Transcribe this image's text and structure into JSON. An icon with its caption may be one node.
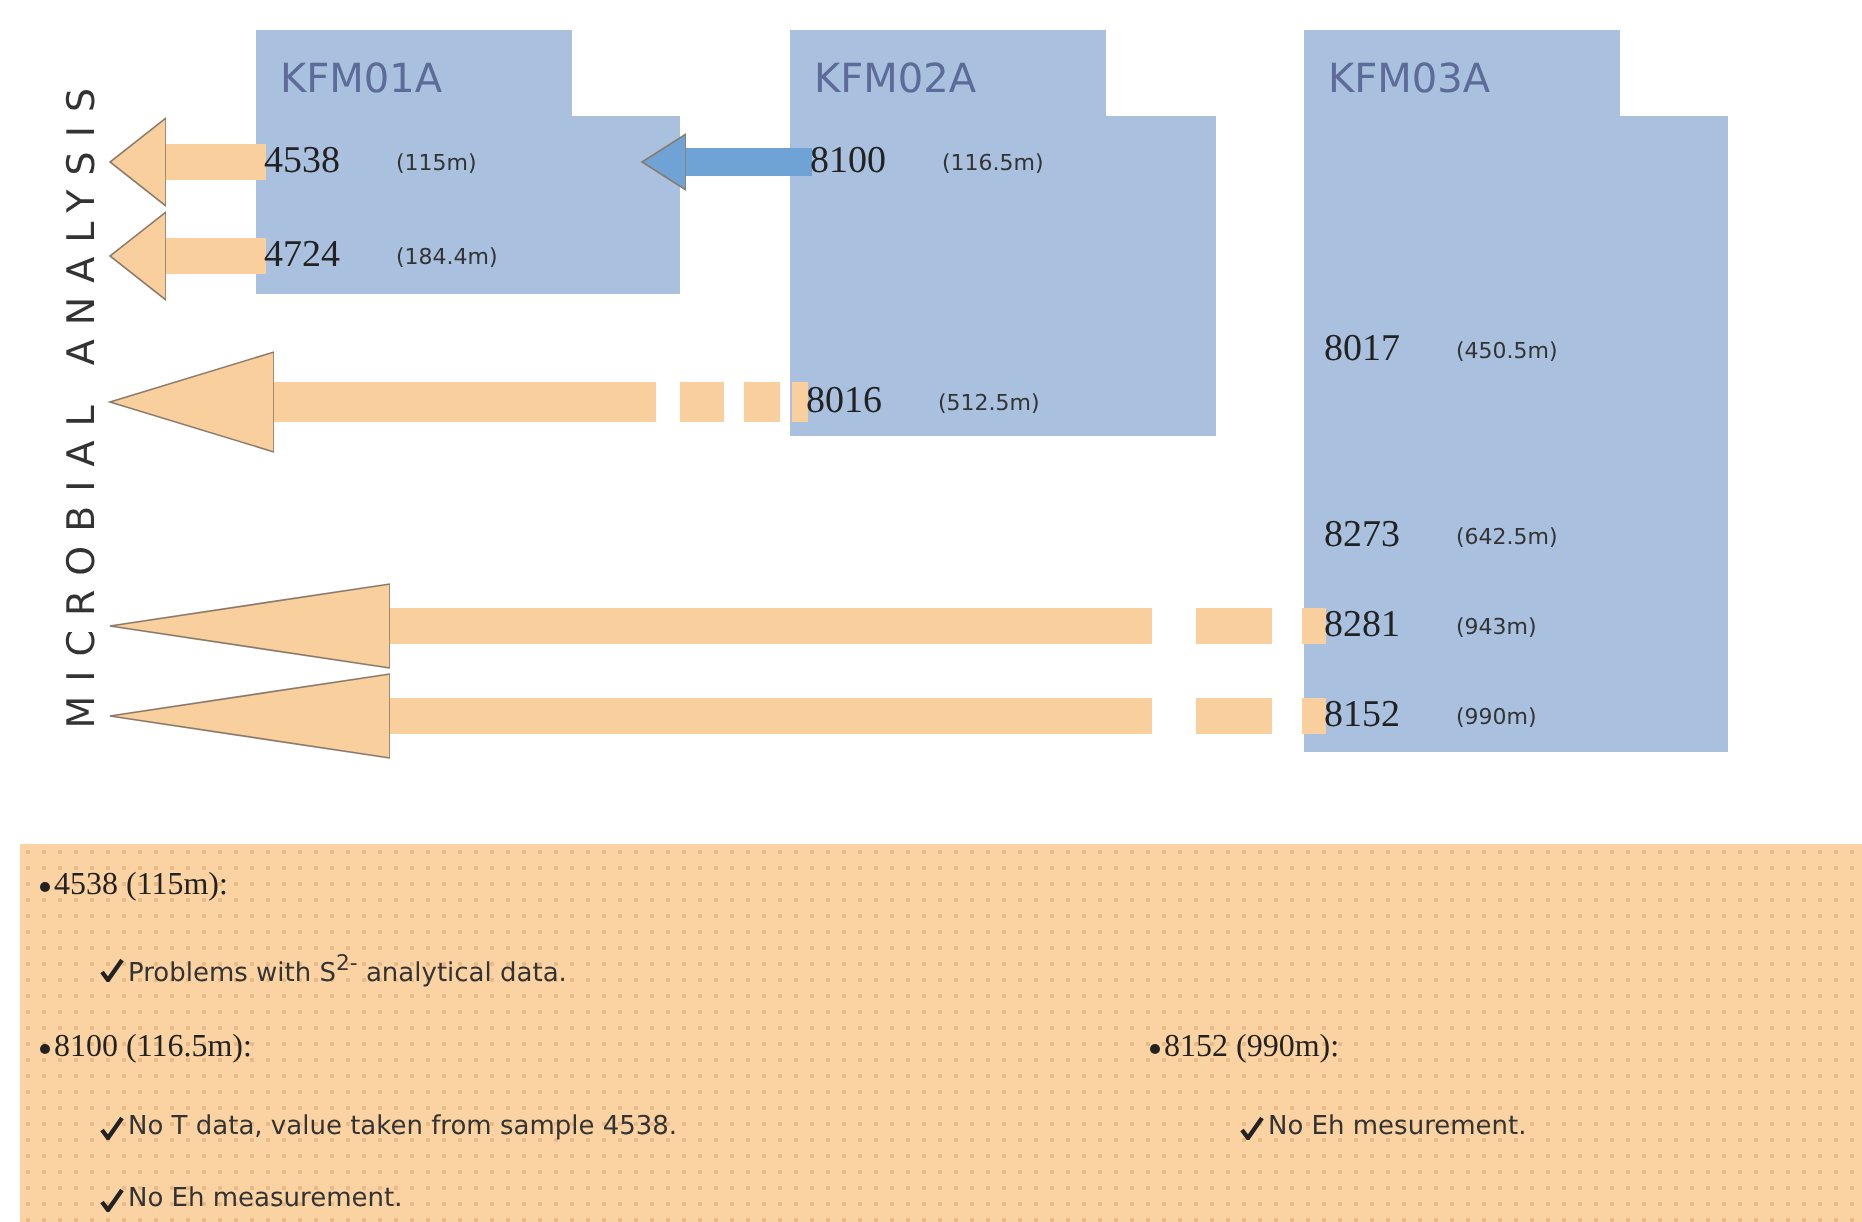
{
  "diagram": {
    "nodes": [
      {
        "text": [
          "KFM01A"
        ]
      },
      {
        "text": [
          "4538",
          "(115m)"
        ],
        "in": 0
      },
      {
        "text": [
          "4724",
          "(184.4m)"
        ],
        "in": 0
      },
      {
        "text": [
          "KFM02A"
        ]
      },
      {
        "text": [
          "8100",
          "(116.5m)"
        ],
        "in": 3
      },
      {
        "text": [
          "8016",
          "(512.5m)"
        ],
        "in": 3
      },
      {
        "text": [
          "KFM03A"
        ]
      },
      {
        "text": [
          "8017",
          "(450.5m)"
        ],
        "in": 6
      },
      {
        "text": [
          "8273",
          "(642.5m)"
        ],
        "in": 6
      },
      {
        "text": [
          "8281",
          "(943m)"
        ],
        "in": 6
      },
      {
        "text": [
          "8152",
          "(990m)"
        ],
        "in": 6
      },
      {
        "text": [
          "MICROBIAL ANALYSIS"
        ]
      },
      {
        "text": [
          "4538 (115m):",
          "Problems with S$^{2-}$ analytical data.",
          "8100 (116.5m):",
          "No T data, value taken from sample 4538.",
          "No Eh measurement.",
          "8152 (990m):",
          "No Eh mesurement."
        ]
      }
    ],
    "edges": [
      {
        "from": 1,
        "to": 11,
        "arrow": "to"
      },
      {
        "from": 2,
        "to": 11,
        "arrow": "to"
      },
      {
        "from": 4,
        "to": 1,
        "arrow": "to",
        "color": "#6fa3d6"
      },
      {
        "from": 5,
        "to": 11,
        "arrow": "to",
        "style": "dashed"
      },
      {
        "from": 9,
        "to": 11,
        "arrow": "to",
        "style": "dashed"
      },
      {
        "from": 10,
        "to": 11,
        "arrow": "to",
        "style": "dashed"
      }
    ]
  }
}
